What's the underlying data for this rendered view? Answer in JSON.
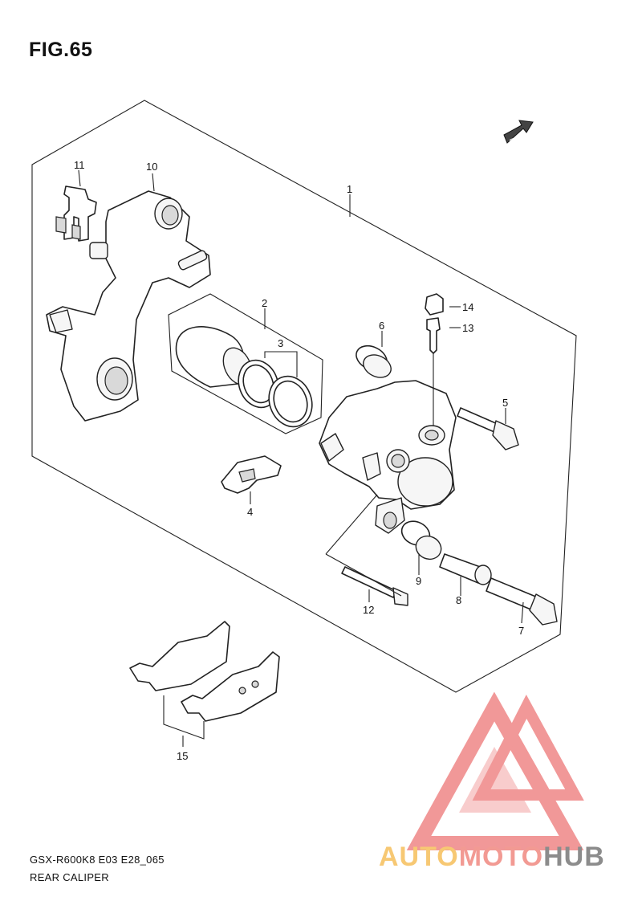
{
  "figure": {
    "title": "FIG.65"
  },
  "footer": {
    "model": "GSX-R600K8 E03 E28_065",
    "name": "REAR CALIPER"
  },
  "fwd_label": "FWD",
  "callouts": {
    "c1": "1",
    "c2": "2",
    "c3": "3",
    "c4": "4",
    "c5": "5",
    "c6": "6",
    "c7": "7",
    "c8": "8",
    "c9": "9",
    "c10": "10",
    "c11": "11",
    "c12": "12",
    "c13": "13",
    "c14": "14",
    "c15": "15"
  },
  "watermark": {
    "part_a": "AUTO",
    "part_b": "MOTO",
    "part_c": "HUB",
    "colors": {
      "auto": "#f7c873",
      "moto": "#f29a93",
      "hub": "#8c8c8c",
      "logo": "#f08d8d"
    }
  }
}
